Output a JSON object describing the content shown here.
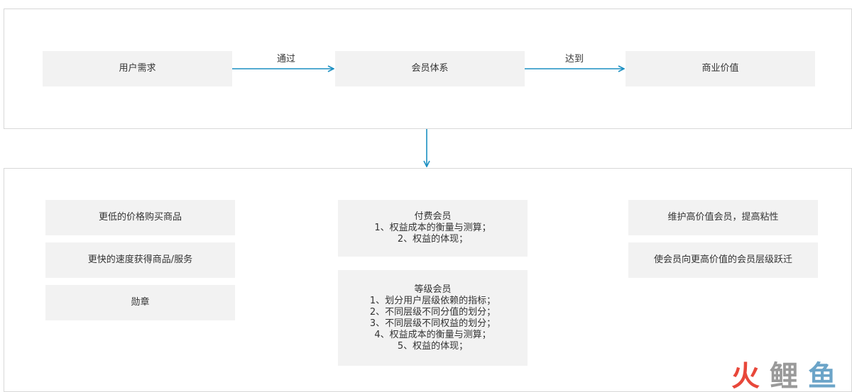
{
  "top_flow": {
    "user_need": "用户需求",
    "member_system": "会员体系",
    "business_value": "商业价值",
    "via_label": "通过",
    "reach_label": "达到"
  },
  "needs": [
    "更低的价格购买商品",
    "更快的速度获得商品/服务",
    "勋章"
  ],
  "paid_member": {
    "title": "付费会员",
    "lines": [
      "1、权益成本的衡量与测算；",
      "2、权益的体现；"
    ]
  },
  "level_member": {
    "title": "等级会员",
    "lines": [
      "1、划分用户层级依赖的指标；",
      "2、不同层级不同分值的划分；",
      "3、不同层级不同权益的划分；",
      "4、权益成本的衡量与测算；",
      "5、权益的体现；"
    ]
  },
  "values": [
    "维护高价值会员，提高粘性",
    "使会员向更高价值的会员层级跃迁"
  ],
  "watermark": {
    "text": "火鲤鱼",
    "colors": [
      "#e8473a",
      "#9a9a9a",
      "#6ba4c8"
    ]
  },
  "colors": {
    "arrow": "#1a8fc2",
    "box_fill": "#f2f2f2",
    "panel_border": "#d8d8d8"
  }
}
